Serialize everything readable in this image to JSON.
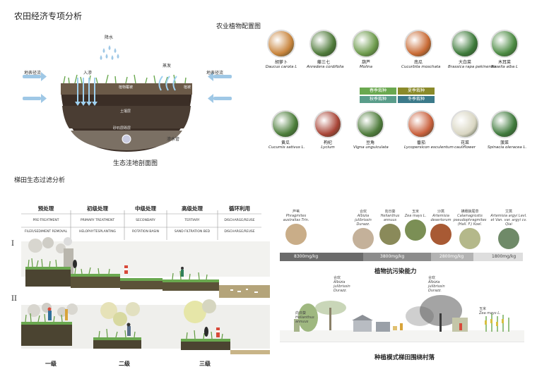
{
  "titles": {
    "main": "农田经济专项分析",
    "plant_config": "农业植物配置图",
    "wetland_section": "生态洼地剖面图",
    "terrace_filter": "梯田生态过滤分析",
    "plant_resistance": "植物抗污染能力",
    "village": "种植模式梯田围绕村落"
  },
  "section_labels": {
    "rain": "降水",
    "surface_runoff_left": "地表径流",
    "surface_runoff_right": "地表径流",
    "infiltration": "入渗",
    "evaporation": "蒸发",
    "vegetation_layer": "植物覆被",
    "topsoil": "植被",
    "soil_layer": "土壤层",
    "gravel_layer": "砂石层砾层",
    "drain_pipe": "渗水管"
  },
  "plants_top": [
    {
      "cn": "胡萝卜",
      "latin": "Daucus carota L",
      "color": "#c8843c"
    },
    {
      "cn": "藤三七",
      "latin": "Anredera cordifolia",
      "color": "#4f7a3a"
    },
    {
      "cn": "葫芦",
      "latin": "Molina",
      "color": "#6d9a4c"
    },
    {
      "cn": "南瓜",
      "latin": "Cucurbita moschata",
      "color": "#c86a34"
    },
    {
      "cn": "大白菜",
      "latin": "Brassica rapa pekinensis",
      "color": "#3d7a3a"
    },
    {
      "cn": "木耳菜",
      "latin": "Basella alba L",
      "color": "#4b8a42"
    }
  ],
  "plants_bottom": [
    {
      "cn": "黄瓜",
      "latin": "Cucumis sativus L.",
      "color": "#4c7d3a"
    },
    {
      "cn": "枸杞",
      "latin": "Lycium",
      "color": "#a84436"
    },
    {
      "cn": "豆角",
      "latin": "Vigna unguiculata",
      "color": "#4f7c3c"
    },
    {
      "cn": "番茄",
      "latin": "Lycopersicon esculentum",
      "color": "#c9603c"
    },
    {
      "cn": "花菜",
      "latin": "cauliflower",
      "color": "#d9d6c2"
    },
    {
      "cn": "菠菜",
      "latin": "Spinacia oleracea L.",
      "color": "#3f7a3c"
    }
  ],
  "season_legend": [
    {
      "label": "春季栽种",
      "color": "#6aa84f"
    },
    {
      "label": "夏季栽种",
      "color": "#8a8a2a"
    },
    {
      "label": "秋季栽种",
      "color": "#5a9d8a"
    },
    {
      "label": "冬季栽种",
      "color": "#3c7a8a"
    }
  ],
  "stages": [
    {
      "cn": "预处理",
      "en": "PRE-TREATMENT",
      "sub": "FILER/SEDIMENT REMOVAL"
    },
    {
      "cn": "初级处理",
      "en": "PRIMARY TREATMENT",
      "sub": "HELOPHYTESPLANTING"
    },
    {
      "cn": "中级处理",
      "en": "SECONDARY",
      "sub": "ROTATION BASIN"
    },
    {
      "cn": "高级处理",
      "en": "TERTIARY",
      "sub": "SAND FILTRATION BED"
    },
    {
      "cn": "循环利用",
      "en": "DISCHARGE/REUSE",
      "sub": "DISCHARGE/REUSE"
    }
  ],
  "rows": {
    "row1": "I",
    "row2": "II"
  },
  "levels": [
    "一级",
    "二级",
    "三级"
  ],
  "resistance_plants": [
    {
      "cn": "芦苇",
      "latin": "Phragmites australias Trin.",
      "color": "#c9ad88"
    },
    {
      "cn": "合欢",
      "latin": "Albizia julibrissin Durazz.",
      "color": "#c4b19a"
    },
    {
      "cn": "向日葵",
      "latin": "Helianthus annuus",
      "color": "#8a8a5a"
    },
    {
      "cn": "玉米",
      "latin": "Zea mays L.",
      "color": "#7b8f55"
    },
    {
      "cn": "沙蒿",
      "latin": "Artemisia desertorum",
      "color": "#a85a34"
    },
    {
      "cn": "拂穗狼尾草",
      "latin": "Calamagrostis pseudophragmites (Hall. F.) Koel.",
      "color": "#b4b88a"
    },
    {
      "cn": "艾蒿",
      "latin": "Artemisia argyi Levl. et Van. var. argyi cv. Qiai",
      "color": "#6f8a68"
    }
  ],
  "resistance_scale": [
    "8300mg/kg",
    "3800mg/kg",
    "2800mg/kg",
    "1800mg/kg"
  ],
  "village_labels": {
    "hehuan_left": {
      "cn": "合欢",
      "latin": "Albizia julibrissin Durazz."
    },
    "sunflower": {
      "cn": "向日葵",
      "latin": "Helianthus annuus"
    },
    "hehuan_right": {
      "cn": "合欢",
      "latin": "Albizia julibrissin Durazz."
    },
    "corn": {
      "cn": "玉米",
      "latin": "Zea mays L."
    }
  }
}
